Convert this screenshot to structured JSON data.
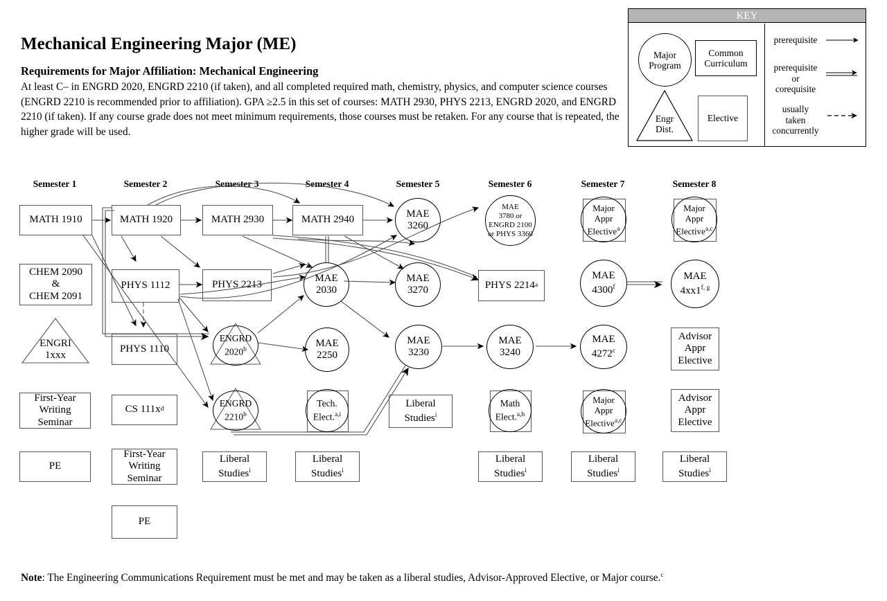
{
  "header": {
    "title": "Mechanical Engineering Major (ME)",
    "subtitle": "Requirements for Major Affiliation:  Mechanical Engineering",
    "body": "At least C– in ENGRD 2020, ENGRD 2210 (if taken), and all completed required math, chemistry, physics, and computer science courses (ENGRD 2210 is recommended prior to affiliation). GPA ≥2.5 in this set of courses: MATH 2930, PHYS 2213, ENGRD 2020, and ENGRD 2210 (if taken). If any course grade does not meet minimum requirements, those courses must be retaken. For any course that is repeated, the higher grade will be used."
  },
  "key": {
    "title": "KEY",
    "shapes": {
      "major_program": "Major Program",
      "common_curriculum": "Common Curriculum",
      "engr_dist": "Engr Dist.",
      "elective": "Elective"
    },
    "arrows": [
      {
        "label": "prerequisite",
        "style": "single"
      },
      {
        "label": "prerequisite or corequisite",
        "style": "double"
      },
      {
        "label": "usually taken concurrently",
        "style": "dashed"
      }
    ],
    "header_bg": "#b4b4b4"
  },
  "semesters": [
    {
      "label": "Semester 1"
    },
    {
      "label": "Semester 2"
    },
    {
      "label": "Semester 3"
    },
    {
      "label": "Semester 4"
    },
    {
      "label": "Semester 5"
    },
    {
      "label": "Semester 6"
    },
    {
      "label": "Semester 7"
    },
    {
      "label": "Semester 8"
    }
  ],
  "nodes": [
    {
      "id": "math1910",
      "label": "MATH 1910",
      "sup": "",
      "shape": "rect"
    },
    {
      "id": "chem2090",
      "label": "CHEM 2090 & CHEM 2091",
      "sup": "",
      "shape": "rect"
    },
    {
      "id": "engri",
      "label": "ENGRI 1xxx",
      "sup": "",
      "shape": "triangle"
    },
    {
      "id": "fws1",
      "label": "First-Year Writing Seminar",
      "sup": "",
      "shape": "rect"
    },
    {
      "id": "pe1",
      "label": "PE",
      "sup": "",
      "shape": "rect"
    },
    {
      "id": "math1920",
      "label": "MATH 1920",
      "sup": "",
      "shape": "rect"
    },
    {
      "id": "phys1112",
      "label": "PHYS 1112",
      "sup": "",
      "shape": "rect"
    },
    {
      "id": "phys1110",
      "label": "PHYS 1110",
      "sup": "",
      "shape": "rect"
    },
    {
      "id": "cs111x",
      "label": "CS 111x",
      "sup": "d",
      "shape": "rect"
    },
    {
      "id": "fws2",
      "label": "First-Year Writing Seminar",
      "sup": "",
      "shape": "rect"
    },
    {
      "id": "pe2",
      "label": "PE",
      "sup": "",
      "shape": "rect"
    },
    {
      "id": "math2930",
      "label": "MATH 2930",
      "sup": "",
      "shape": "rect"
    },
    {
      "id": "phys2213",
      "label": "PHYS 2213",
      "sup": "",
      "shape": "rect"
    },
    {
      "id": "engrd2020",
      "label": "ENGRD 2020",
      "sup": "b",
      "shape": "circle-triangle"
    },
    {
      "id": "engrd2210",
      "label": "ENGRD 2210",
      "sup": "b",
      "shape": "circle-triangle"
    },
    {
      "id": "ls3",
      "label": "Liberal Studies",
      "sup": "i",
      "shape": "rect"
    },
    {
      "id": "math2940",
      "label": "MATH 2940",
      "sup": "",
      "shape": "rect"
    },
    {
      "id": "mae2030",
      "label": "MAE 2030",
      "sup": "",
      "shape": "circle"
    },
    {
      "id": "mae2250",
      "label": "MAE 2250",
      "sup": "",
      "shape": "circle"
    },
    {
      "id": "techelect",
      "label": "Tech. Elect.",
      "sup": "a,i",
      "shape": "circle-square"
    },
    {
      "id": "ls4",
      "label": "Liberal Studies",
      "sup": "i",
      "shape": "rect"
    },
    {
      "id": "mae3260",
      "label": "MAE 3260",
      "sup": "",
      "shape": "circle"
    },
    {
      "id": "mae3270",
      "label": "MAE 3270",
      "sup": "",
      "shape": "circle"
    },
    {
      "id": "mae3230",
      "label": "MAE 3230",
      "sup": "",
      "shape": "circle"
    },
    {
      "id": "ls5",
      "label": "Liberal Studies",
      "sup": "i",
      "shape": "rect"
    },
    {
      "id": "mae3780",
      "label": "MAE 3780 or ENGRD 2100 or PHYS 3360",
      "sup": "",
      "shape": "circle-small"
    },
    {
      "id": "phys2214",
      "label": "PHYS 2214",
      "sup": "a",
      "shape": "rect"
    },
    {
      "id": "mae3240",
      "label": "MAE 3240",
      "sup": "",
      "shape": "circle"
    },
    {
      "id": "mathelect",
      "label": "Math Elect.",
      "sup": "a,h",
      "shape": "circle-square"
    },
    {
      "id": "ls6",
      "label": "Liberal Studies",
      "sup": "i",
      "shape": "rect"
    },
    {
      "id": "mae7a",
      "label": "Major Appr Elective",
      "sup": "a",
      "shape": "circle-square"
    },
    {
      "id": "mae4300",
      "label": "MAE 4300",
      "sup": "f",
      "shape": "circle"
    },
    {
      "id": "mae4272",
      "label": "MAE 4272",
      "sup": "c",
      "shape": "circle"
    },
    {
      "id": "mae7b",
      "label": "Major Appr Elective",
      "sup": "a,c",
      "shape": "circle-square"
    },
    {
      "id": "ls7",
      "label": "Liberal Studies",
      "sup": "i",
      "shape": "rect"
    },
    {
      "id": "mae8a",
      "label": "Major Appr Elective",
      "sup": "a,c",
      "shape": "circle-square"
    },
    {
      "id": "mae4xx1",
      "label": "MAE 4xx1",
      "sup": "f, g",
      "shape": "circle"
    },
    {
      "id": "adv8a",
      "label": "Advisor Appr Elective",
      "sup": "",
      "shape": "rect"
    },
    {
      "id": "adv8b",
      "label": "Advisor Appr Elective",
      "sup": "",
      "shape": "rect"
    },
    {
      "id": "ls8",
      "label": "Liberal Studies",
      "sup": "i",
      "shape": "rect"
    }
  ],
  "note": {
    "prefix": "Note",
    "text": ": The Engineering Communications Requirement must be met and may be taken as a liberal studies, Advisor-Approved Elective, or Major course.",
    "sup": "c"
  }
}
